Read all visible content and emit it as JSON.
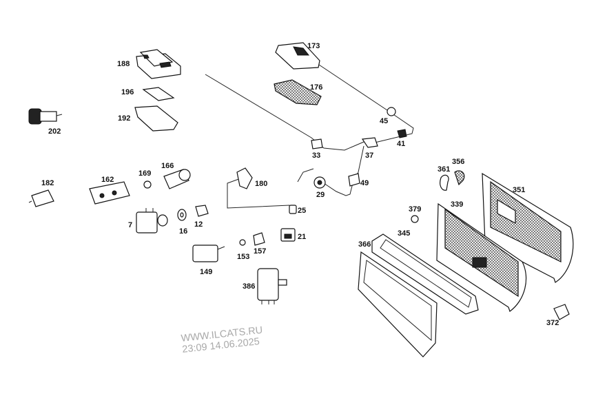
{
  "labels": {
    "p173": "173",
    "p188": "188",
    "p176": "176",
    "p196": "196",
    "p192": "192",
    "p202": "202",
    "p45": "45",
    "p41": "41",
    "p33": "33",
    "p37": "37",
    "p166": "166",
    "p169": "169",
    "p162": "162",
    "p182": "182",
    "p180": "180",
    "p49": "49",
    "p29": "29",
    "p25": "25",
    "p7": "7",
    "p16": "16",
    "p12": "12",
    "p21": "21",
    "p153": "153",
    "p157": "157",
    "p149": "149",
    "p386": "386",
    "p361": "361",
    "p356": "356",
    "p351": "351",
    "p379": "379",
    "p339": "339",
    "p345": "345",
    "p366": "366",
    "p372": "372"
  },
  "watermark": {
    "site": "WWW.ILCATS.RU",
    "timestamp": "23:09 14.06.2025"
  },
  "colors": {
    "ink": "#111111",
    "background": "#ffffff",
    "watermark": "#a9a9a9"
  }
}
